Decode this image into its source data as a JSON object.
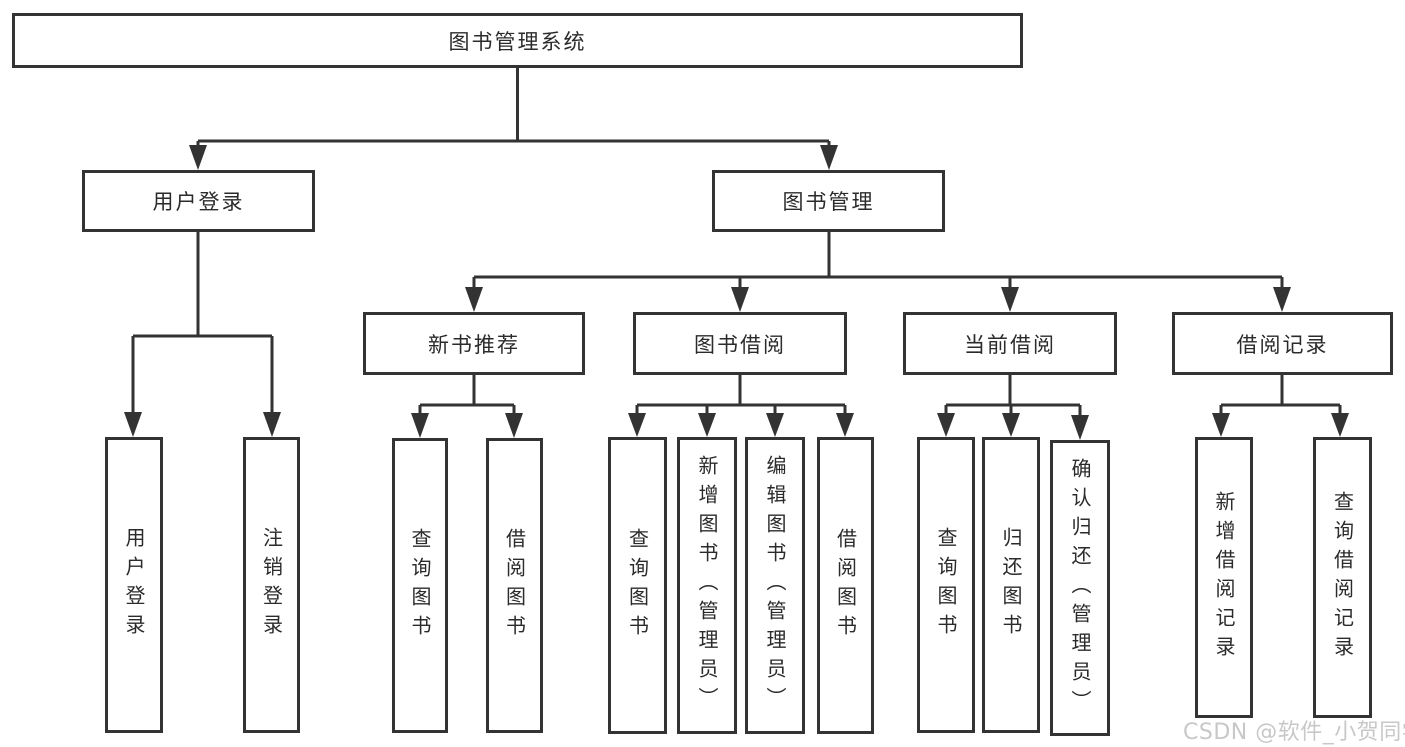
{
  "nodes": {
    "root": "图书管理系统",
    "user_login": "用户登录",
    "book_mgmt": "图书管理",
    "new_book": "新书推荐",
    "book_borrow": "图书借阅",
    "current_borrow": "当前借阅",
    "borrow_record": "借阅记录",
    "user_children": [
      "用户登录",
      "注销登录"
    ],
    "new_book_children": [
      "查询图书",
      "借阅图书"
    ],
    "book_borrow_children": [
      "查询图书",
      "新增图书（管理员）",
      "编辑图书（管理员）",
      "借阅图书"
    ],
    "current_borrow_children": [
      "查询图书",
      "归还图书",
      "确认归还（管理员）"
    ],
    "borrow_record_children": [
      "新增借阅记录",
      "查询借阅记录"
    ]
  },
  "colors": {
    "line": "#333333",
    "text": "#2b2b2b",
    "background": "#ffffff",
    "watermark": "#c8c8c8"
  },
  "watermark": "CSDN @软件_小贺同学"
}
